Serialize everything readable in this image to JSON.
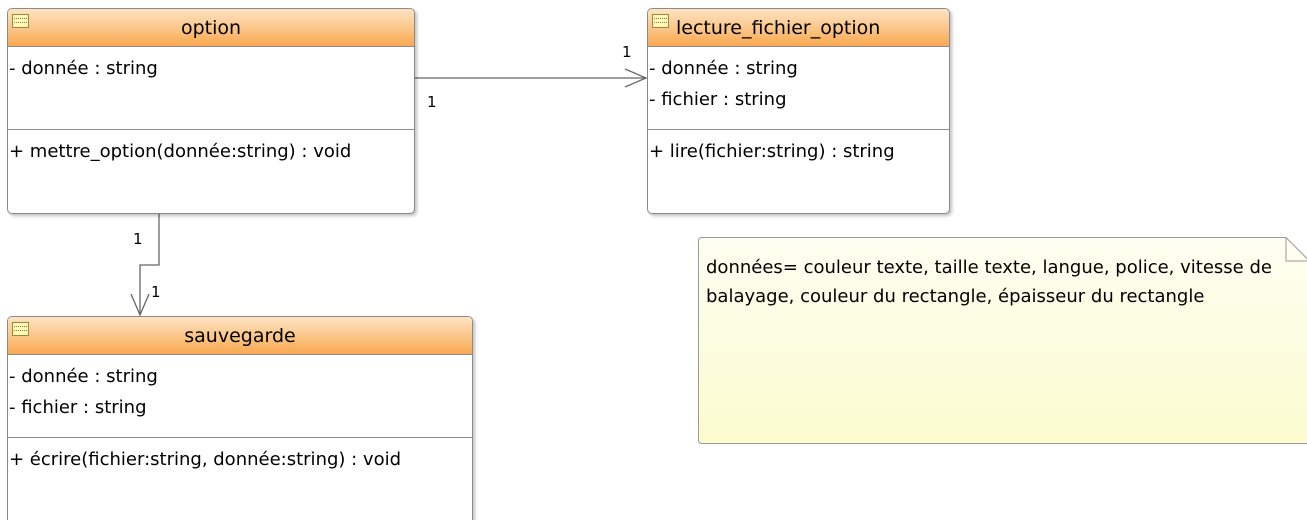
{
  "classes": {
    "option": {
      "name": "option",
      "attributes": [
        "- donnée : string"
      ],
      "operations": [
        "+ mettre_option(donnée:string) : void"
      ]
    },
    "lecture": {
      "name": "lecture_fichier_option",
      "attributes": [
        "- donnée : string",
        "- fichier : string"
      ],
      "operations": [
        "+ lire(fichier:string) : string"
      ]
    },
    "sauvegarde": {
      "name": "sauvegarde",
      "attributes": [
        "- donnée : string",
        "- fichier : string"
      ],
      "operations": [
        "+ écrire(fichier:string, donnée:string) : void"
      ]
    }
  },
  "associations": {
    "option_to_lecture": {
      "source_mult": "1",
      "target_mult": "1"
    },
    "option_to_sauvegarde": {
      "source_mult": "1",
      "target_mult": "1"
    }
  },
  "note": {
    "text": "données= couleur texte, taille texte, langue, police, vitesse de balayage, couleur du rectangle, épaisseur du rectangle"
  },
  "colors": {
    "class_header_top": "#fde3c2",
    "class_header_bottom": "#f9a851",
    "note_fill_top": "#fefef2",
    "note_fill_bottom": "#fbfbce",
    "border": "#8c8c8c"
  },
  "icons": {
    "class_icon": "class-stereotype-icon"
  }
}
